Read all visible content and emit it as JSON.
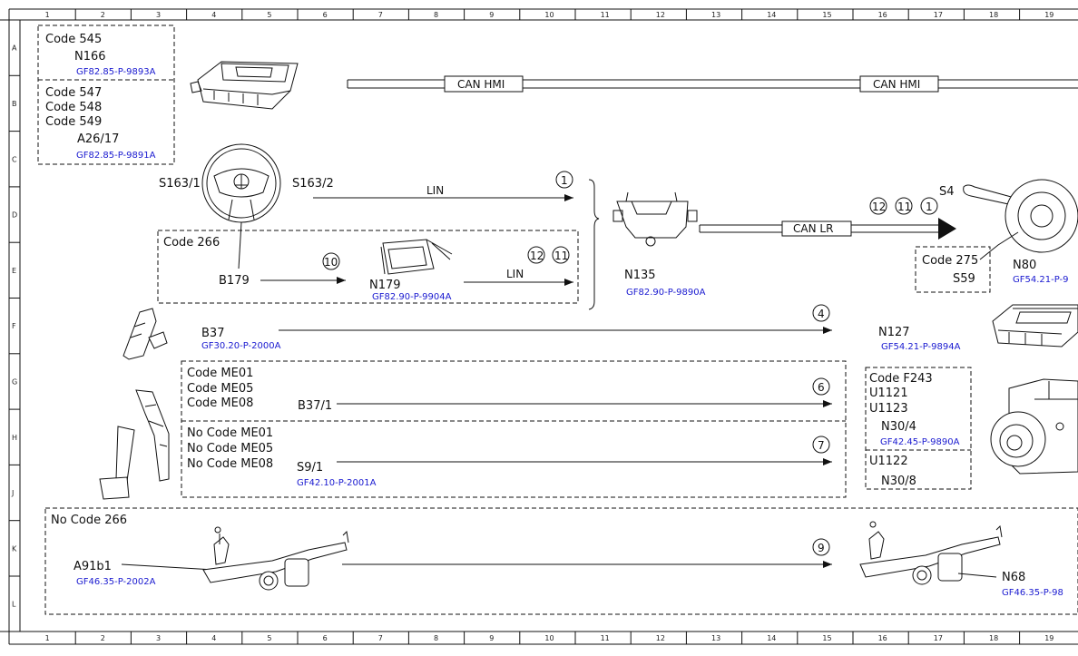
{
  "grid": {
    "columns": [
      "1",
      "2",
      "3",
      "4",
      "5",
      "6",
      "7",
      "8",
      "9",
      "10",
      "11",
      "12",
      "13",
      "14",
      "15",
      "16",
      "17",
      "18",
      "19"
    ],
    "rows": [
      "A",
      "B",
      "C",
      "D",
      "E",
      "F",
      "G",
      "H",
      "J",
      "K",
      "L"
    ]
  },
  "buses": {
    "can_hmi_left": "CAN HMI",
    "can_hmi_right": "CAN HMI",
    "can_lr": "CAN LR",
    "lin_top": "LIN",
    "lin_n179": "LIN"
  },
  "box_545": {
    "code1": "Code 545",
    "part1": "N166",
    "ref1": "GF82.85-P-9893A",
    "code2": "Code 547",
    "code3": "Code 548",
    "code4": "Code 549",
    "part2": "A26/17",
    "ref2": "GF82.85-P-9891A"
  },
  "steering": {
    "left": "S163/1",
    "right": "S163/2",
    "sensor": "B179"
  },
  "box_266": {
    "code": "Code 266",
    "part": "N179",
    "ref": "GF82.90-P-9904A"
  },
  "n135": {
    "part": "N135",
    "ref": "GF82.90-P-9890A"
  },
  "s4_group": {
    "s4": "S4",
    "n80": "N80",
    "ref": "GF54.21-P-9",
    "code": "Code 275",
    "s59": "S59"
  },
  "b37": {
    "part": "B37",
    "ref": "GF30.20-P-2000A"
  },
  "n127": {
    "part": "N127",
    "ref": "GF54.21-P-9894A"
  },
  "box_me": {
    "c1": "Code ME01",
    "c2": "Code ME05",
    "c3": "Code ME08",
    "part": "B37/1",
    "n1": "No Code ME01",
    "n2": "No Code ME05",
    "n3": "No Code ME08",
    "part2": "S9/1",
    "ref": "GF42.10-P-2001A"
  },
  "box_f243": {
    "code": "Code F243",
    "u1": "U1121",
    "u2": "U1123",
    "part": "N30/4",
    "ref": "GF42.45-P-9890A",
    "u3": "U1122",
    "part2": "N30/8"
  },
  "box_no266": {
    "code": "No Code 266",
    "part": "A91b1",
    "ref": "GF46.35-P-2002A",
    "part2": "N68",
    "ref2": "GF46.35-P-98"
  },
  "callouts": {
    "c1": "1",
    "c10": "10",
    "c12a": "12",
    "c11a": "11",
    "c12b": "12",
    "c11b": "11",
    "c1b": "1",
    "c4": "4",
    "c6": "6",
    "c7": "7",
    "c9": "9"
  }
}
